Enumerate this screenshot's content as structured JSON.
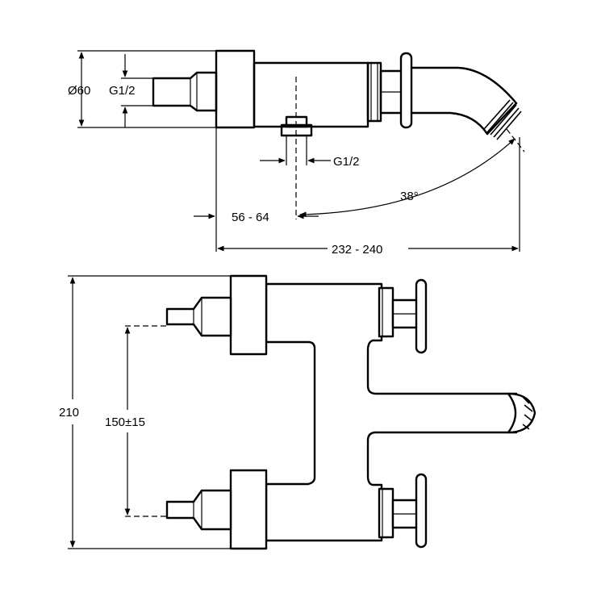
{
  "top_view": {
    "diameter_label": "Ø60",
    "inlet_thread_label": "G1/2",
    "outlet_thread_label": "G1/2",
    "spout_angle_label": "38°",
    "center_offset_label": "56 - 64",
    "total_length_label": "232 - 240"
  },
  "front_view": {
    "height_label": "210",
    "inlet_spacing_label": "150±15"
  }
}
